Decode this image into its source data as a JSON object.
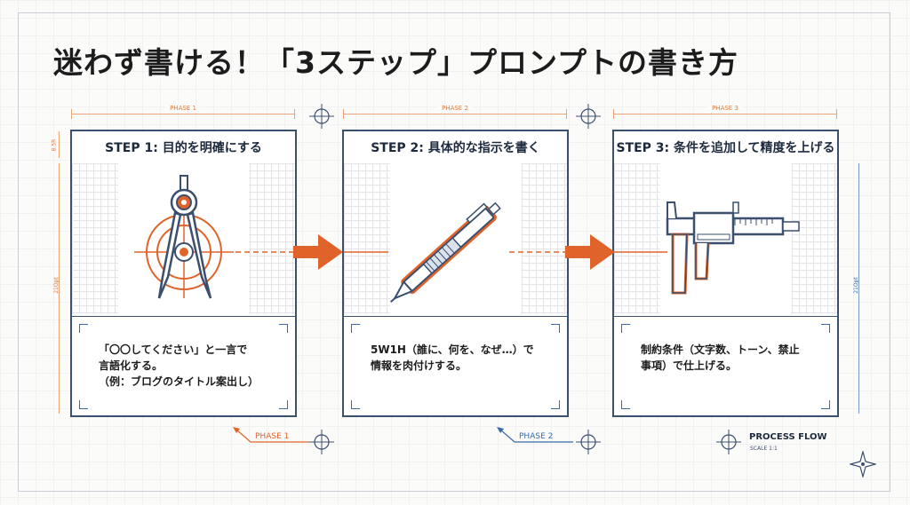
{
  "title": "迷わず書ける！「3ステップ」プロンプトの書き方",
  "phases": [
    "PHASE 1",
    "PHASE 2",
    "PHASE 3"
  ],
  "steps": [
    {
      "heading": "STEP 1: 目的を明確にする",
      "text": "「〇〇してください」と一言で\n言語化する。\n（例：ブログのタイトル案出し）",
      "icon": "compass-icon"
    },
    {
      "heading": "STEP 2: 具体的な指示を書く",
      "text": "5W1H（誰に、何を、なぜ…）で\n情報を肉付けする。",
      "icon": "pen-icon"
    },
    {
      "heading": "STEP 3: 条件を追加して精度を上げる",
      "text": "制約条件（文字数、トーン、禁止\n事項）で仕上げる。",
      "icon": "caliper-icon"
    }
  ],
  "dimensions": {
    "head_height": "8.5R",
    "left_height": "21Opt",
    "right_height": "21Opt"
  },
  "phase_notes": [
    "PHASE 1",
    "PHASE 2"
  ],
  "process_flow": {
    "title": "PROCESS FLOW",
    "scale": "SCALE 1:1"
  },
  "colors": {
    "navy": "#3b4f6e",
    "orange": "#e0642a",
    "blue": "#3b6aa8"
  }
}
